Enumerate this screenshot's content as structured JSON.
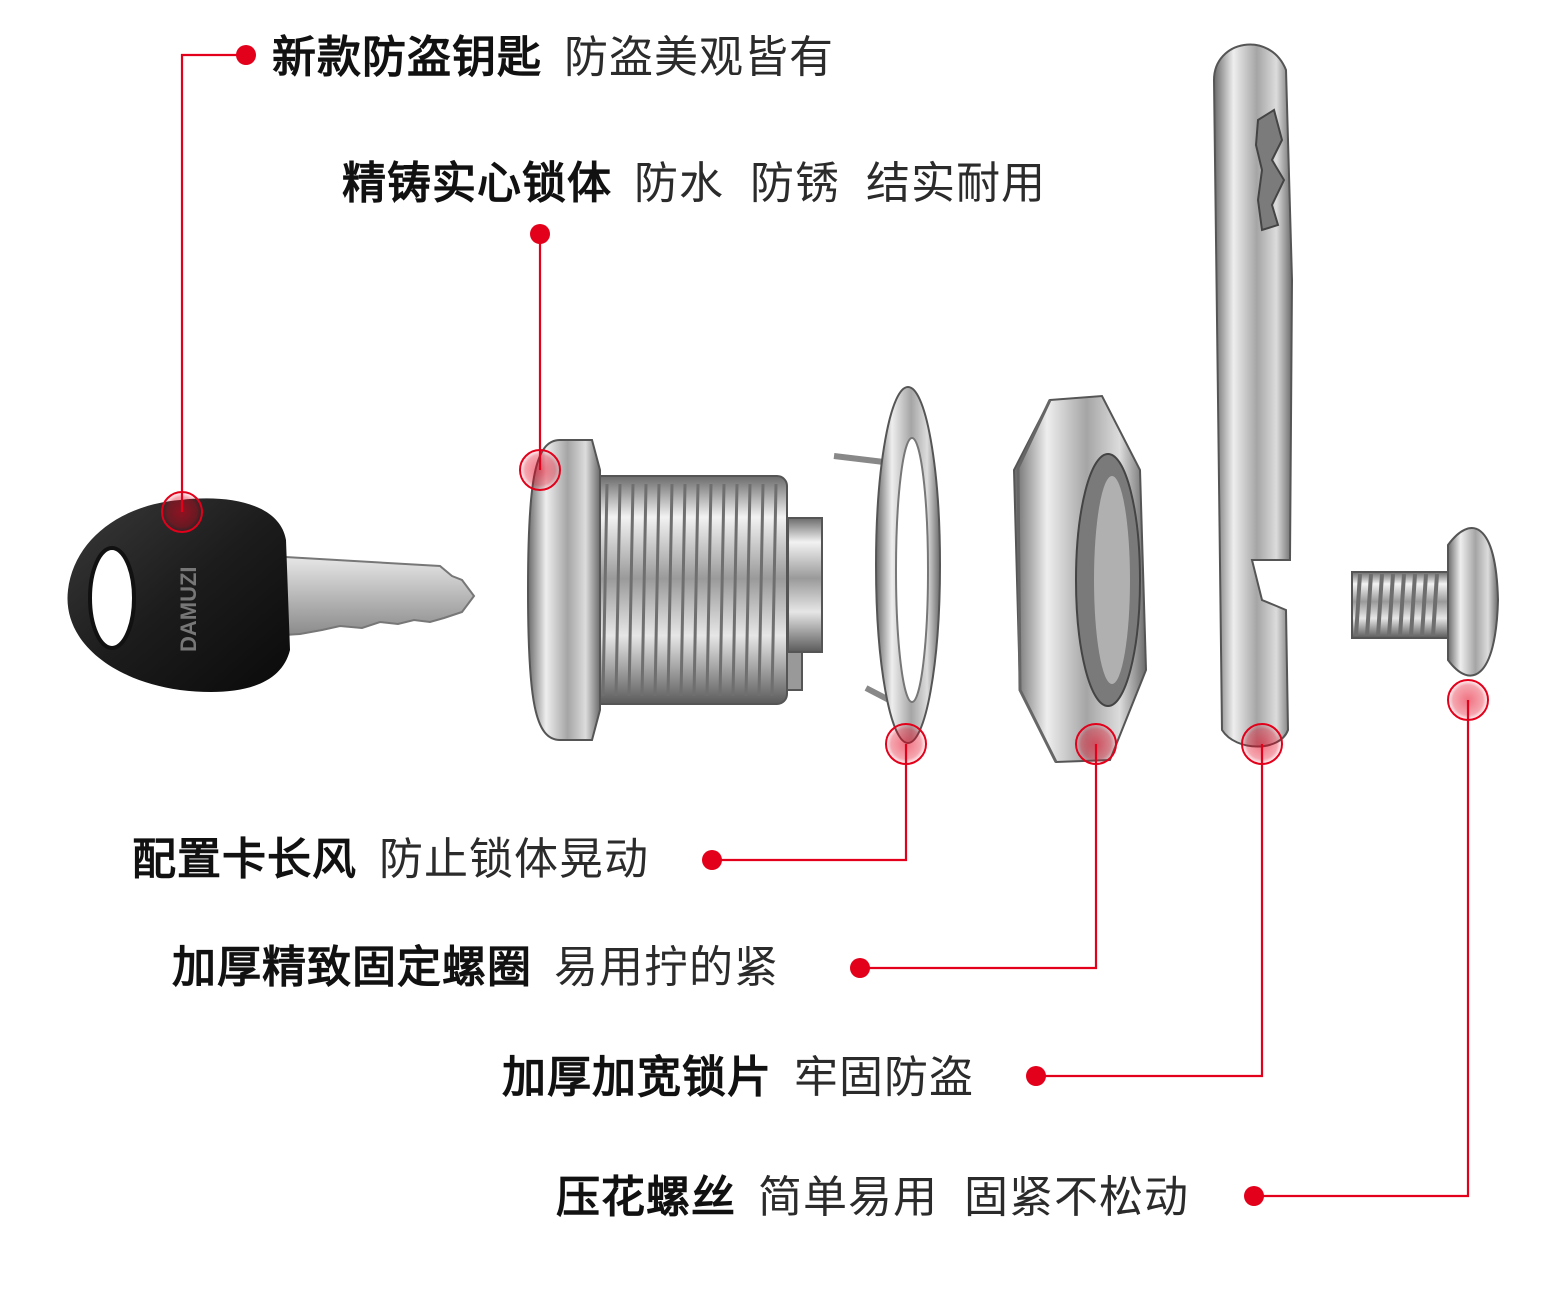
{
  "colors": {
    "accent": "#e3001b",
    "background": "#ffffff",
    "text": "#111111"
  },
  "callouts": [
    {
      "id": "key",
      "title": "新款防盗钥匙",
      "desc": [
        "防盗美观皆有"
      ]
    },
    {
      "id": "lock-body",
      "title": "精铸实心锁体",
      "desc": [
        "防水",
        "防锈",
        "结实耐用"
      ]
    },
    {
      "id": "spring-clip",
      "title": "配置卡长风",
      "desc": [
        "防止锁体晃动"
      ]
    },
    {
      "id": "nut",
      "title": "加厚精致固定螺圈",
      "desc": [
        "易用拧的紧"
      ]
    },
    {
      "id": "cam-plate",
      "title": "加厚加宽锁片",
      "desc": [
        "牢固防盗"
      ]
    },
    {
      "id": "screw",
      "title": "压花螺丝",
      "desc": [
        "简单易用",
        "固紧不松动"
      ]
    }
  ],
  "key_brand_text": "DAMUZI"
}
